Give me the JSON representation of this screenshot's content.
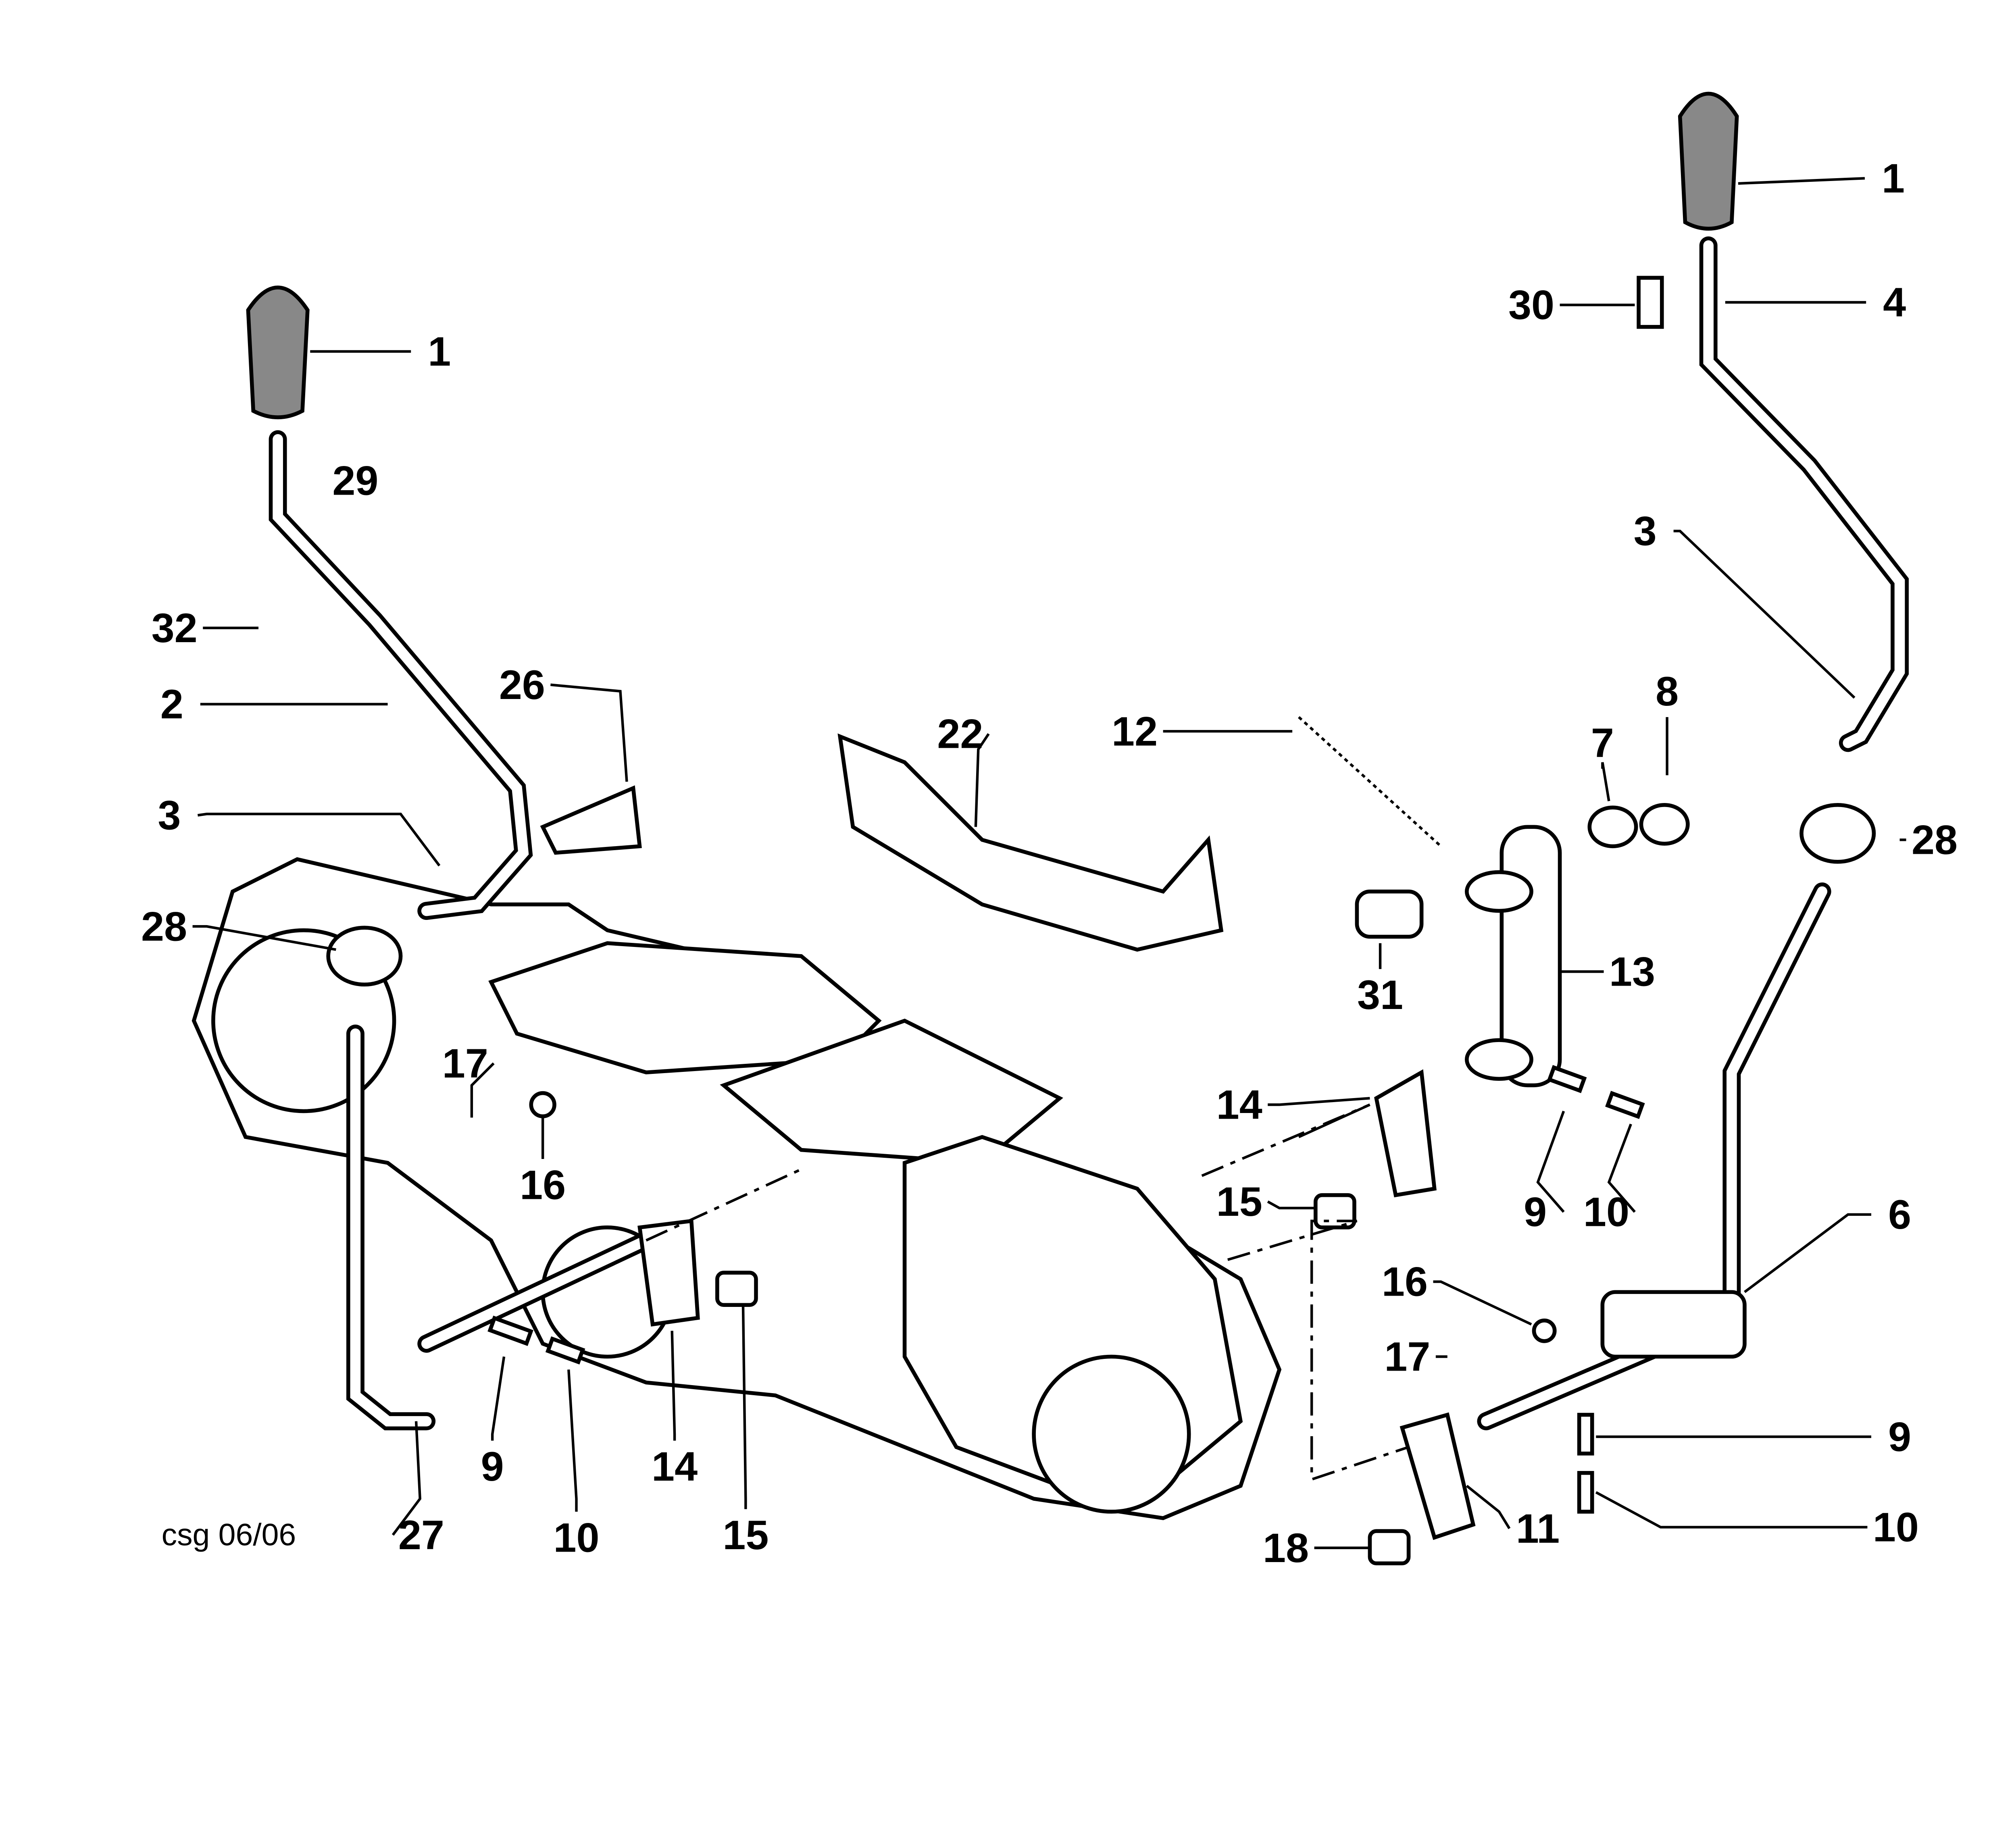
{
  "labels": [
    "1",
    "1",
    "30",
    "4",
    "29",
    "32",
    "2",
    "26",
    "22",
    "12",
    "3",
    "8",
    "7",
    "3",
    "28",
    "28",
    "13",
    "31",
    "17",
    "14",
    "16",
    "15",
    "9",
    "10",
    "6",
    "16",
    "17",
    "9",
    "27",
    "10",
    "14",
    "15",
    "9",
    "11",
    "10",
    "18"
  ],
  "caption": "csg 06/06"
}
